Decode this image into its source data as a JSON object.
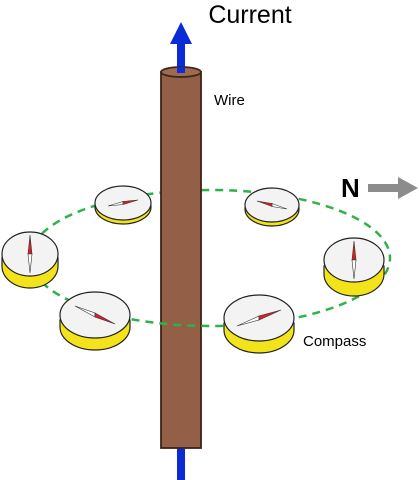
{
  "labels": {
    "current": "Current",
    "wire": "Wire",
    "north": "N",
    "compass": "Compass"
  },
  "colors": {
    "wire_fill": "#935f46",
    "wire_stroke": "#3c2519",
    "current_arrow": "#0b2bd6",
    "field_loop": "#2fb24a",
    "compass_face": "#f3f3f3",
    "compass_rim": "#f2e31a",
    "needle_north": "#e01e1e",
    "needle_south": "#ffffff",
    "north_arrow": "#8c8c8c"
  },
  "icons": [
    "up-arrow-icon",
    "right-arrow-icon",
    "compass-icon"
  ]
}
